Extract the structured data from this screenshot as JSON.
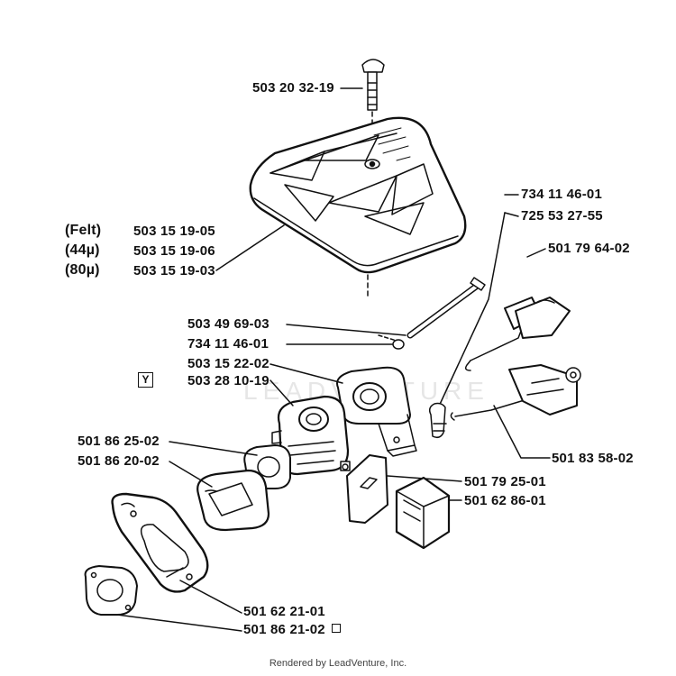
{
  "labels": {
    "bolt": "503 20 32-19",
    "felt": "(Felt)",
    "felt_pn": "503 15 19-05",
    "mu44": "(44µ)",
    "mu44_pn": "503 15 19-06",
    "mu80": "(80µ)",
    "mu80_pn": "503 15 19-03",
    "screw": "503 49 69-03",
    "washer": "734 11 46-01",
    "holder": "503 15 22-02",
    "carb": "503 28 10-19",
    "gasket1": "501 86 25-02",
    "gasket2": "501 86 20-02",
    "r1": "734 11 46-01",
    "r2": "725 53 27-55",
    "r3": "501 79 64-02",
    "r4": "501 83 58-02",
    "r5": "501 79 25-01",
    "r6": "501 62 86-01",
    "b1": "501 62 21-01",
    "b2": "501 86 21-02"
  },
  "y_mark": "Y",
  "watermark": "LEADVENTURE",
  "footer": "Rendered by LeadVenture, Inc."
}
